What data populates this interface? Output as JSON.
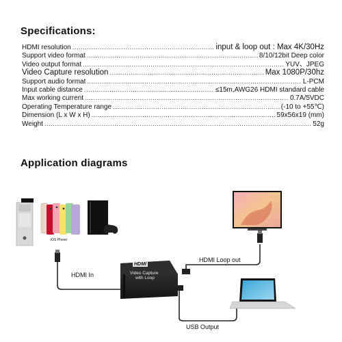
{
  "specifications": {
    "heading": "Specifications:",
    "rows": [
      {
        "label": "HDMI resolution",
        "value": "input & loop out : Max 4K/30Hz"
      },
      {
        "label": "Support video format",
        "value": "8/10/12bit Deep color"
      },
      {
        "label": "Video output format",
        "value": "YUV、JPEG"
      },
      {
        "label": "Video Capture resolution",
        "value": "Max 1080P/30hz"
      },
      {
        "label": "Support audio format",
        "value": "L-PCM"
      },
      {
        "label": "Input cable distance",
        "value": "≤15m,AWG26 HDMI standard cable"
      },
      {
        "label": "Max working current",
        "value": "0.7A/5VDC"
      },
      {
        "label": "Operating Temperature range",
        "value": "(-10 to +55℃)"
      },
      {
        "label": "Dimension (L x W x H)",
        "value": "59x56x19 (mm)"
      },
      {
        "label": "Weight",
        "value": "52g"
      }
    ]
  },
  "application": {
    "heading": "Application diagrams",
    "labels": {
      "ios_phone": "iOS Phone",
      "hdmi_in": "HDMI In",
      "hdmi_loop_out": "HDMI Loop out",
      "usb_output": "USB Output"
    },
    "device": {
      "logo": "HDMI",
      "line1": "Video  Capture",
      "line2": "with Loop"
    }
  }
}
